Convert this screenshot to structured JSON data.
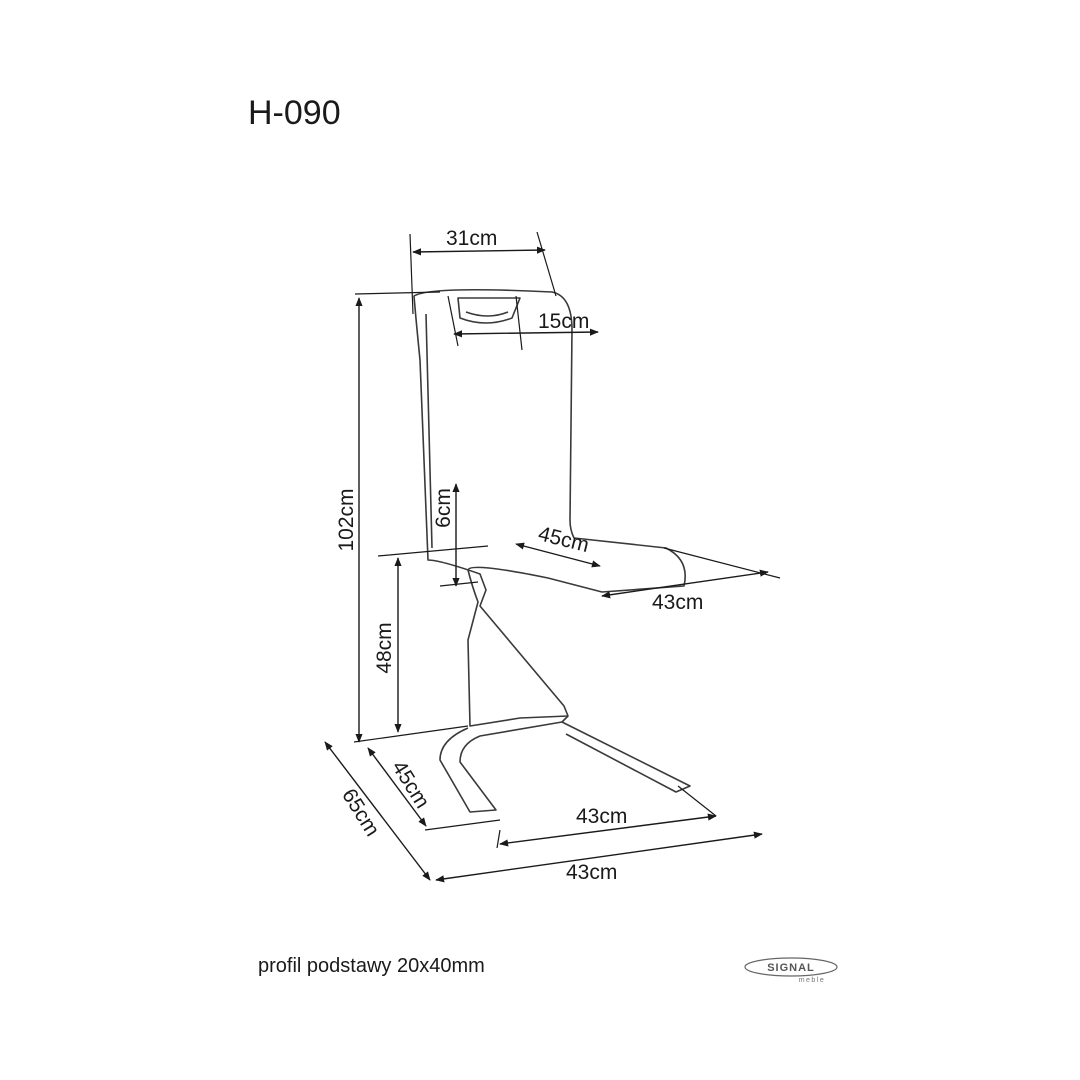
{
  "title": "H-090",
  "caption": "profil podstawy 20x40mm",
  "logo": {
    "name": "SIGNAL",
    "sub": "meble"
  },
  "dimensions": {
    "top_width": "31cm",
    "handle_width": "15cm",
    "total_height": "102cm",
    "backrest_gap": "6cm",
    "seat_depth": "45cm",
    "seat_width": "43cm",
    "seat_height": "48cm",
    "base_depth_inner": "45cm",
    "base_depth_total": "65cm",
    "base_width_inner": "43cm",
    "base_width_total": "43cm"
  }
}
